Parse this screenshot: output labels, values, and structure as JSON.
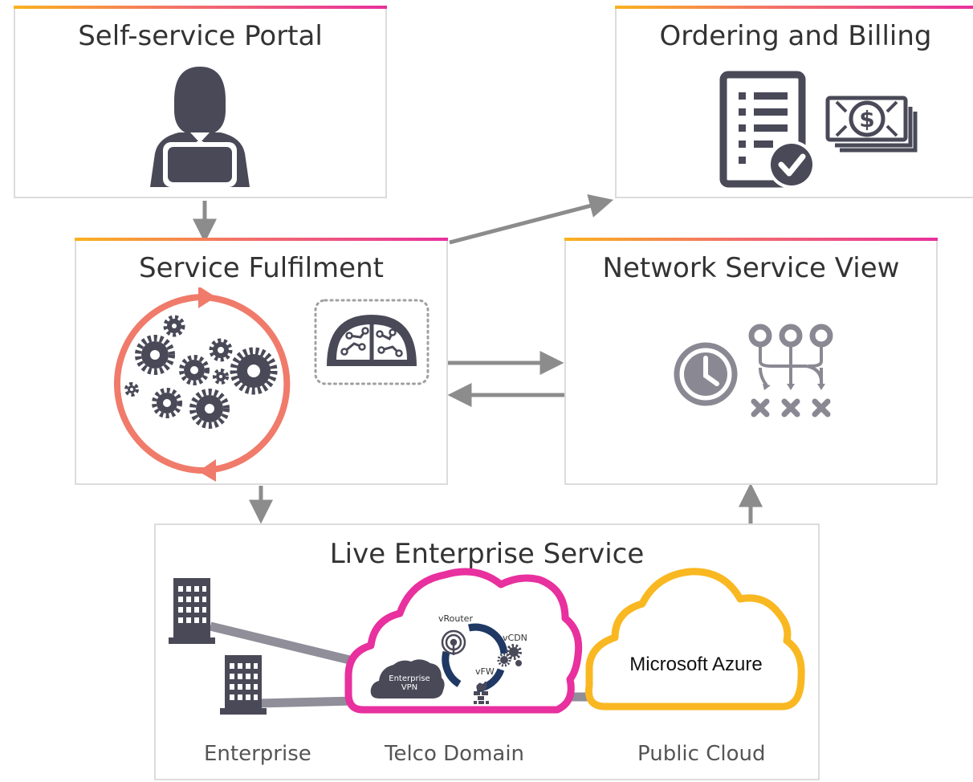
{
  "boxes": {
    "portal": {
      "title": "Self-service Portal"
    },
    "ordering": {
      "title": "Ordering and Billing"
    },
    "fulfilment": {
      "title": "Service Fulfilment"
    },
    "network_view": {
      "title": "Network Service View"
    },
    "live": {
      "title": "Live Enterprise Service"
    }
  },
  "live_service": {
    "columns": [
      "Enterprise",
      "Telco Domain",
      "Public Cloud"
    ],
    "telco_functions": {
      "vrouter": "vRouter",
      "vcdn": "vCDN",
      "vfw": "vFW",
      "vpn_line1": "Enterprise",
      "vpn_line2": "VPN"
    },
    "cloud_provider": "Microsoft Azure"
  },
  "colors": {
    "gradient_start": "#f9b21f",
    "gradient_mid": "#f3716a",
    "gradient_end": "#e8309e",
    "icon": "#4a4958",
    "arrow": "#8c8c8c",
    "salmon": "#f07b6b",
    "telco_cloud": "#e8309e",
    "azure_cloud": "#f9b821",
    "navy_arc": "#1f3864"
  }
}
